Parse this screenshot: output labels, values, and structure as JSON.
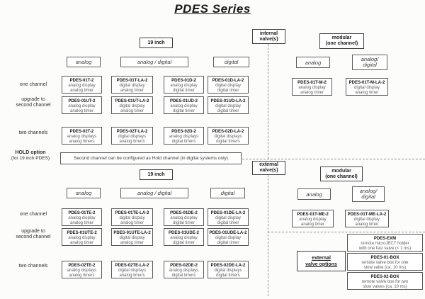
{
  "title": "PDES Series",
  "colors": {
    "ink": "#1a1a1a",
    "muted": "#5d5d5d",
    "border": "#595959",
    "dash": "#8f8f8f"
  },
  "upper": {
    "rack_label": "19 inch",
    "valve_box": {
      "line1": "internal",
      "line2": "valve(s)"
    },
    "modular_box": {
      "line1": "modular",
      "line2": "(one channel)"
    },
    "headers": {
      "analog": "analog",
      "analog_digital": "analog / digital",
      "digital": "digital",
      "modular_analog": "analog",
      "modular_ad1": "analog/",
      "modular_ad2": "digital"
    },
    "row_labels": {
      "r1": "one channel",
      "r2a": "upgrade to",
      "r2b": "second channel",
      "r3": "two channels"
    },
    "hold_label": {
      "line1": "HOLD option",
      "line2": "(for 19 inch PDES)"
    },
    "hold_note": "Second channel can be configured as Hold channel (in digital systems only)",
    "r1": [
      {
        "code": "PDES-01T-2",
        "line1": "analog display",
        "line2": "analog timer"
      },
      {
        "code": "PDES-01T-LA-2",
        "line1": "digital display",
        "line2": "analog timer"
      },
      {
        "code": "PDES-01D-2",
        "line1": "analog display",
        "line2": "digital timer"
      },
      {
        "code": "PDES-01D-LA-2",
        "line1": "digital display",
        "line2": "digital timer"
      }
    ],
    "r1m": [
      {
        "code": "PDES-01T-M-2",
        "line1": "analog display",
        "line2": "analog timer"
      },
      {
        "code": "PDES-01T-M-LA-2",
        "line1": "digital display",
        "line2": "analog timer"
      }
    ],
    "r2": [
      {
        "code": "PDES-01UT-2",
        "line1": "analog display",
        "line2": "analog timer"
      },
      {
        "code": "PDES-01UT-LA-2",
        "line1": "digital display",
        "line2": "analog timer"
      },
      {
        "code": "PDES-01UD-2",
        "line1": "analog display",
        "line2": "digital timer"
      },
      {
        "code": "PDES-01UD-LA-2",
        "line1": "digital display",
        "line2": "digital timer"
      }
    ],
    "r3": [
      {
        "code": "PDES-02T-2",
        "line1": "analog displays",
        "line2": "analog timers"
      },
      {
        "code": "PDES-02T-LA-2",
        "line1": "digital displays",
        "line2": "analog timers"
      },
      {
        "code": "PDES-02D-2",
        "line1": "analog displays",
        "line2": "digital timers"
      },
      {
        "code": "PDES-02D-LA-2",
        "line1": "digital displays",
        "line2": "digital timers"
      }
    ]
  },
  "lower": {
    "rack_label": "19 inch",
    "valve_box": {
      "line1": "external",
      "line2": "valve(s)"
    },
    "modular_box": {
      "line1": "modular",
      "line2": "(one channel)"
    },
    "headers": {
      "analog": "analog",
      "analog_digital": "analog / digital",
      "digital": "digital",
      "modular_analog": "analog",
      "modular_ad1": "analog/",
      "modular_ad2": "digital"
    },
    "row_labels": {
      "r1": "one channel",
      "r2a": "upgrade to",
      "r2b": "second channel",
      "r3": "two channels"
    },
    "r1": [
      {
        "code": "PDES-01TE-2",
        "line1": "analog display",
        "line2": "analog timer"
      },
      {
        "code": "PDES-01TE-LA-2",
        "line1": "digital display",
        "line2": "analog timer"
      },
      {
        "code": "PDES-01DE-2",
        "line1": "analog display",
        "line2": "digital timer"
      },
      {
        "code": "PDES-01DE-LA-2",
        "line1": "digital display",
        "line2": "digital timer"
      }
    ],
    "r1m": [
      {
        "code": "PDES-01T-ME-2",
        "line1": "analog display",
        "line2": "analog timer"
      },
      {
        "code": "PDES-01T-ME-LA-2",
        "line1": "digital display",
        "line2": "analog timer"
      }
    ],
    "r2": [
      {
        "code": "PDES-01UTE-2",
        "line1": "analog display",
        "line2": "analog timer"
      },
      {
        "code": "PDES-01UTE-LA-2",
        "line1": "digital display",
        "line2": "analog timer"
      },
      {
        "code": "PDES-01UDE-2",
        "line1": "analog display",
        "line2": "digital timer"
      },
      {
        "code": "PDES-01UDE-LA-2",
        "line1": "digital display",
        "line2": "digital timer"
      }
    ],
    "r3": [
      {
        "code": "PDES-02TE-2",
        "line1": "analog displays",
        "line2": "analog timers"
      },
      {
        "code": "PDES-02TE-LA-2",
        "line1": "digital displays",
        "line2": "analog timers"
      },
      {
        "code": "PDES-02DE-2",
        "line1": "analog displays",
        "line2": "digital timers"
      },
      {
        "code": "PDES-02DE-LA-2",
        "line1": "digital displays",
        "line2": "digital timers"
      }
    ]
  },
  "external_options": {
    "label": {
      "line1": "external",
      "line2": "valve options"
    },
    "items": [
      {
        "code": "PDES-EXM",
        "line1": "remote microJECT holder",
        "line2": "with one fast valve (< 1 ms)"
      },
      {
        "code": "PDES-01-BOX",
        "line1": "remote valve box for one",
        "line2": "slow valve (ca. 10 ms)"
      },
      {
        "code": "PDES-02-BOX",
        "line1": "remote valve box for two",
        "line2": "slow valves (ca. 10 ms)"
      }
    ]
  }
}
